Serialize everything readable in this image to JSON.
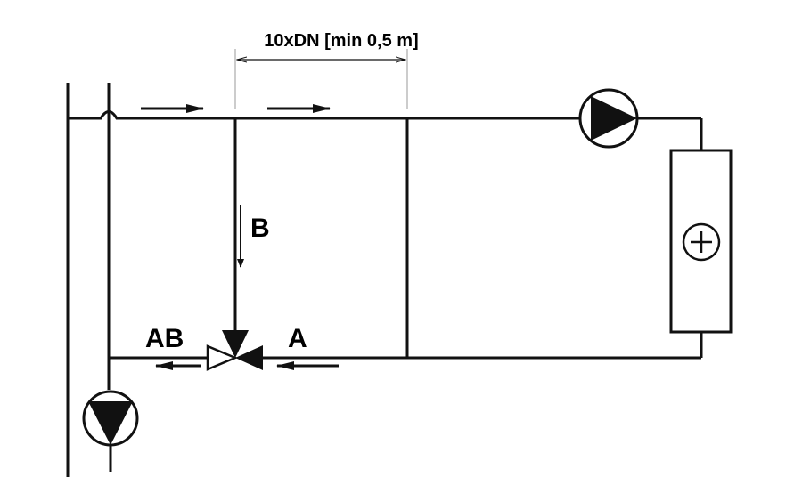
{
  "dimension_label": "10xDN [min 0,5 m]",
  "labels": {
    "b": "B",
    "ab": "AB",
    "a": "A"
  },
  "components": [
    "pump-primary",
    "pump-secondary",
    "three-way-mixing-valve",
    "heat-consumer"
  ],
  "colors": {
    "line": "#111111",
    "dimension": "#999999"
  }
}
